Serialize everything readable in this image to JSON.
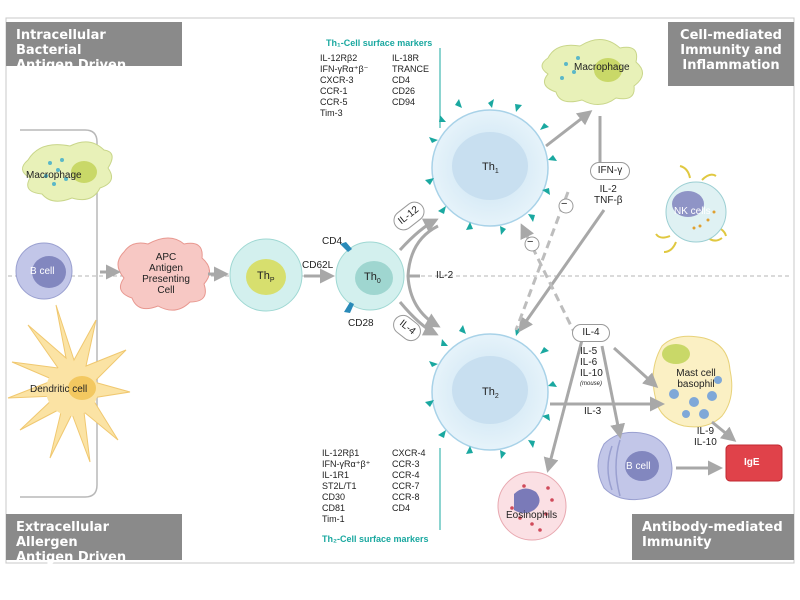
{
  "corners": {
    "top_left": [
      "Intracellular Bacterial",
      "Antigen Driven"
    ],
    "top_right": [
      "Cell-mediated",
      "Immunity and",
      "Inflammation"
    ],
    "bottom_left": [
      "Extracellular Allergen",
      "Antigen Driven"
    ],
    "bottom_right": [
      "Antibody-mediated",
      "Immunity"
    ]
  },
  "cells": {
    "macrophage_left": "Macrophage",
    "b_cell_left": "B cell",
    "dendritic": "Dendritic cell",
    "apc": [
      "APC",
      "Antigen",
      "Presenting",
      "Cell"
    ],
    "thp": "Th",
    "thp_sub": "P",
    "th0": "Th",
    "th0_sub": "0",
    "th1": "Th",
    "th1_sub": "1",
    "th2": "Th",
    "th2_sub": "2",
    "macrophage_right": "Macrophage",
    "nk": "NK cells",
    "mast": [
      "Mast cell",
      "basophil"
    ],
    "b_cell_right": "B cell",
    "ige": "IgE",
    "eosinophils": "Eosinophils"
  },
  "labels": {
    "cd4": "CD4",
    "cd62l": "CD62L",
    "cd28": "CD28",
    "il12": "IL-12",
    "il4_pill": "IL-4",
    "il2_mid": "IL-2",
    "ifng": "IFN-γ",
    "il2_tnf": [
      "IL-2",
      "TNF-β"
    ],
    "il4_right": "IL-4",
    "il5_list": [
      "IL-5",
      "IL-6",
      "IL-10"
    ],
    "mouse": "(mouse)",
    "il3": "IL-3",
    "il9_10": [
      "IL-9",
      "IL-10"
    ],
    "minus": "−"
  },
  "th1_markers": {
    "title": "Th₁-Cell surface markers",
    "col1": [
      "IL-12Rβ2",
      "IFN-γRα⁺β⁻",
      "CXCR-3",
      "CCR-1",
      "CCR-5",
      "Tim-3"
    ],
    "col2": [
      "IL-18R",
      "TRANCE",
      "CD4",
      "CD26",
      "CD94"
    ]
  },
  "th2_markers": {
    "title": "Th₂-Cell surface markers",
    "col1": [
      "IL-12Rβ1",
      "IFN-γRα⁺β⁺",
      "IL-1R1",
      "ST2L/T1",
      "CD30",
      "CD81",
      "Tim-1"
    ],
    "col2": [
      "CXCR-4",
      "CCR-3",
      "CCR-4",
      "CCR-7",
      "CCR-8",
      "CD4"
    ]
  },
  "colors": {
    "panel_gray": "#8a8a8a",
    "teal": "#1aa8a0",
    "th_cell_fill": "#d6ebf5",
    "arrow_gray": "#a8a8a8",
    "ige_red": "#e0424a"
  }
}
